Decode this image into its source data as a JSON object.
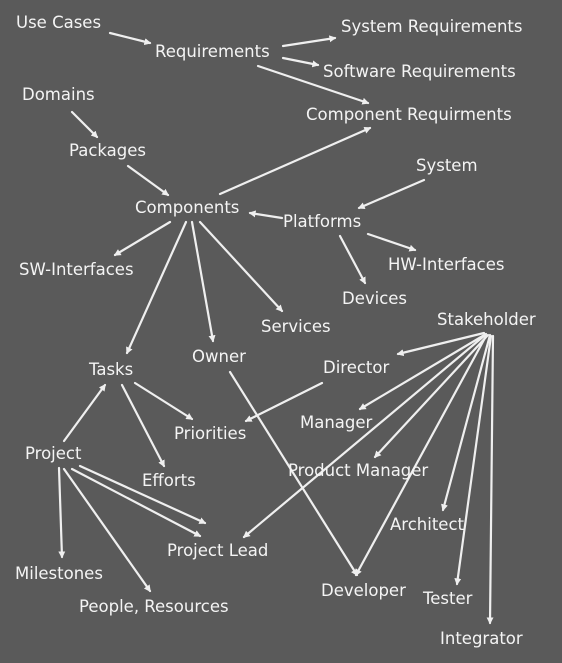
{
  "nodes": {
    "use_cases": "Use Cases",
    "requirements": "Requirements",
    "system_requirements": "System Requirements",
    "software_requirements": "Software Requirements",
    "component_requirements": "Component Requirments",
    "domains": "Domains",
    "packages": "Packages",
    "system": "System",
    "components": "Components",
    "platforms": "Platforms",
    "sw_interfaces": "SW-Interfaces",
    "hw_interfaces": "HW-Interfaces",
    "devices": "Devices",
    "services": "Services",
    "stakeholder": "Stakeholder",
    "owner": "Owner",
    "tasks": "Tasks",
    "director": "Director",
    "manager": "Manager",
    "priorities": "Priorities",
    "project": "Project",
    "product_manager": "Product Manager",
    "efforts": "Efforts",
    "architect": "Architect",
    "project_lead": "Project Lead",
    "milestones": "Milestones",
    "developer": "Developer",
    "tester": "Tester",
    "people_resources": "People, Resources",
    "integrator": "Integrator"
  },
  "colors": {
    "background": "#5a5a5a",
    "text": "#f4f4f4",
    "arrow": "#efefef"
  }
}
